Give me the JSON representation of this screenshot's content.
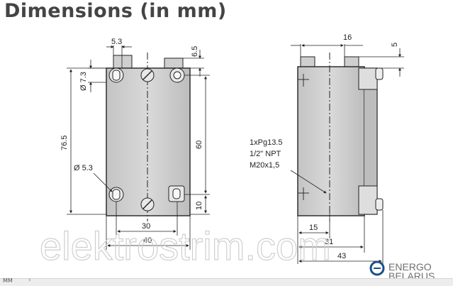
{
  "title": "Dimensions (in mm)",
  "front_view": {
    "hole_spacing_w": "5.3",
    "hole_dia_top": "Ø 7.3",
    "height_total": "76.5",
    "hole_dia_bottom": "Ø 5.3",
    "top_offset": "6.5",
    "mount_spacing": "60",
    "bottom_offset": "10",
    "hole_pitch": "30",
    "width": "40"
  },
  "side_view": {
    "top_width": "16",
    "top_offset": "5",
    "gland_label_1": "1xPg13.5",
    "gland_label_2": "1/2\" NPT",
    "gland_label_3": "M20x1,5",
    "dim_15": "15",
    "dim_31": "31",
    "dim_43": "43"
  },
  "watermark": "elektrostrim.com",
  "brand": {
    "line1": "ENERGO",
    "line2": "BELARUS",
    "color": "#1a4f8a"
  },
  "bottom_bar": {
    "left_text": "MM",
    "chevron": "‹"
  }
}
